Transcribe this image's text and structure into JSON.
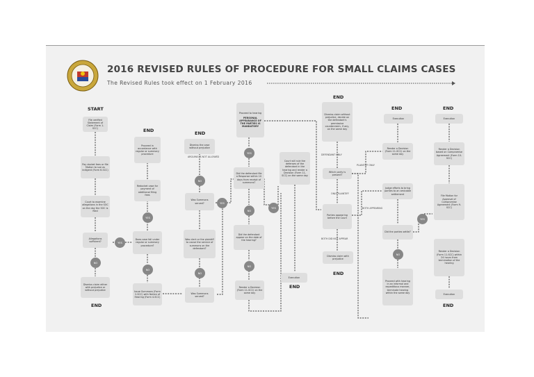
{
  "title": "2016 REVISED RULES OF PROCEDURE FOR SMALL CLAIMS CASES",
  "subtitle": "The Revised Rules took effect on 1 February 2016",
  "labels": {
    "start": "START",
    "end": "END",
    "yes": "YES",
    "no": "NO",
    "only_plaintiff": "ONLY PLAINTIFF",
    "defendant_only": "DEFENDANT ONLY",
    "plaintiff_only": "PLAINTIFF ONLY",
    "both_appearing": "BOTH APPEARING",
    "both_not_appear": "BOTH DID NOT APPEAR",
    "arguing_not_allowed": "ARGUING IS NOT ALLOWED"
  },
  "nodes": {
    "file_verified": "File verified Statement of Claim (Form 1-SCC)",
    "pay_docket": "Pay docket fees or file Motion to sue as indigent (Form 6-SCC)",
    "court_examine": "Court to examine allegations in the SOC on the day the SOC is filed",
    "allegations": "Allegations sufficient?",
    "dismiss_outright": "Dismiss claim either with prejudice or without prejudice",
    "proceed_regular": "Proceed in accordance with regular or summary procedure",
    "redocket": "Redocket case for payment of additional filing fees",
    "does_case_fall": "Does case fall under regular or summary procedure?",
    "issue_summons": "Issue Summons (Form 2-SCC) with Notice of Hearing (Form 4-SCC)",
    "dismiss_case": "Dismiss the case without prejudice",
    "was_served_1": "Was Summons served?",
    "was_served_2": "Was Summons served?",
    "was_clerk": "Was clerk or the plaintiff to cause the service of summons on the defendant?",
    "proceed_hearing": "Proceed to hearing",
    "personal_appearance": "PERSONAL APPEARANCE OF THE PARTIES IS MANDATORY",
    "did_defendant_file": "Did the defendant file a Response within 10 days from receipt of summons?",
    "did_defendant_appear": "Did the defendant appear on the date of the hearing?",
    "court_will_rule": "Court will rule the defenses of the defendant in the hearing and render a Decision (Form 11-SCC) on the same day",
    "render_decision_1": "Render a Decision (Form 11-SCC) on the same day",
    "execution_1": "Execution",
    "dismiss_claim_without": "Dismiss claim without prejudice, decide on the defendant's permissive counterclaim, if any, on the same day",
    "which_party": "Which party is present?",
    "parties_appearing": "Parties appearing before the Court",
    "dismiss_with_prejudice": "Dismiss claim with prejudice",
    "execution_2": "Execution",
    "render_decision_2": "Render a Decision (Form 11-SCC) on the same day",
    "judge_efforts": "Judge efforts to bring parties to an amicable settlement",
    "did_parties_settle": "Did the parties settle?",
    "proceed_hearing_informal": "Proceed with hearing in an informal and expeditious manner, terminate hearing within the same day",
    "execution_3": "Execution",
    "render_based_compromise": "Render a Decision based on Compromise Agreement (Form 10-SCC)",
    "file_motion": "File Motion for Approval of Compromise Agreement (Form 9-SCC)",
    "render_decision_24": "Render a Decision (Form 11-SCC) within 24 hours from termination of the hearing",
    "execution_4": "Execution"
  }
}
